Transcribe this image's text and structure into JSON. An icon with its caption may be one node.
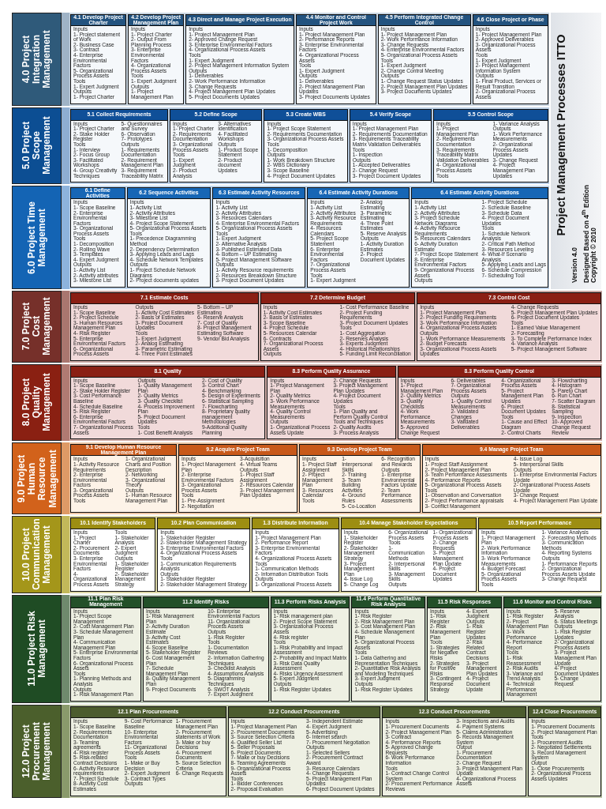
{
  "diagram": {
    "title": "Project Management Processes ITTO",
    "nodes": [
      {
        "text": [
          "4.0 Project Integration Management"
        ]
      },
      {
        "text": [
          "4.1 Develop Project Charter",
          "Inputs",
          "1- Project statement of Work",
          "2- Business Case",
          "3- Contract",
          "4- Enterprise Environmental Factors",
          "5- Organizational Process Assets",
          "Tools",
          "1- Expert Judgment",
          "Outputs",
          "1- Project Charter"
        ],
        "in": 0
      },
      {
        "text": [
          "4.2 Develop Project Management Plan",
          "Inputs",
          "1- Project Charter",
          "2- Output From Planning Process",
          "3- Enterprise Environmental Factors",
          "4- Organizational Process Assets",
          "Tools",
          "1- Expert Judgment",
          "Outputs",
          "1- Project Management Plan"
        ],
        "in": 0
      },
      {
        "text": [
          "4.3 Direct and Manage Project Execution",
          "Inputs",
          "1- Project Management Plan",
          "2- Approved Change Request",
          "3- Enterprise Environmental Factors",
          "4- Organizational Process Assets",
          "Tools",
          "1- Expert Judgment",
          "2- Project Management Information System",
          "Outputs",
          "1- Deliverables",
          "2- Work Performance Information",
          "3- Change Requests",
          "4- Project Management Plan Updates",
          "5- Project Documents Updates"
        ],
        "in": 0
      },
      {
        "text": [
          "4.4 Monitor and Control Project Work",
          "Inputs",
          "1- Project Management Plan",
          "2- Performance Reports",
          "3- Enterprise Environmental Factors",
          "4- Organizational Process Assets",
          "Tools",
          "1- Expert Judgment",
          "Outputs",
          "1- Deliverables",
          "2- Project Management Plan Updates",
          "3- Project Documents Updates"
        ],
        "in": 0
      },
      {
        "text": [
          "4.5 Perform Integrated Change Control",
          "Inputs",
          "1- Project Management Plan",
          "2- Work Performance Information",
          "3- Change Requests",
          "4- Enterprise Environmental Factors",
          "5- Organizational Process Assets",
          "Tools",
          "1- Expert Judgment",
          "2- Change Control Meeting",
          "Outputs",
          "1- Change Request Status Updates",
          "2- Project Management Plan Updates",
          "3- Project Documents Updates"
        ],
        "in": 0
      },
      {
        "text": [
          "4.6 Close Project or Phase",
          "Inputs",
          "1- Project Management Plan",
          "2- Approved Deliverables",
          "3- Organizational Process Assets",
          "Tools",
          "1- Expert Judgment",
          "2- Project Management Information System",
          "Outputs",
          "1- Final Product, Services or Result Transition",
          "2- Organizational Process Assets"
        ],
        "in": 0
      },
      {
        "text": [
          "5.0 Project Scope Management"
        ]
      },
      {
        "text": [
          "5.1 Collect Requirements",
          "Inputs",
          "1- Project Charter",
          "2- Stake Holder Register",
          "Tools",
          "1- Interview",
          "2- Focus Group",
          "3- Facilitated Workshops",
          "4- Group Creativity Techniques",
          "5- Questionnaires and Survey",
          "6- Observation",
          "7- Prototypes",
          "Outputs",
          "1- Requirements Documentation",
          "2- Requirement Management Plan",
          "3- Requirement Traceability Matrix"
        ],
        "in": 7
      },
      {
        "text": [
          "5.2 Define Scope",
          "Inputs",
          "1- Project Charter",
          "2- Requirements Documentation",
          "3- Organizational Process Assets",
          "Tools",
          "1- Expert Judgment",
          "2- Product Analysis",
          "3- Alternatives Identification",
          "4- Facilitated Workshops",
          "Outputs",
          "1- Product Scope Statement",
          "2- Product document Updates"
        ],
        "in": 7
      },
      {
        "text": [
          "5.3 Create WBS",
          "Inputs",
          "1- Project Scope Statement",
          "2- Requirements Documentation",
          "3- Organizational Process Assets",
          "Tools",
          "1- Decomposition",
          "Outputs",
          "1- Work Breakdown Structure",
          "2- WBS Dictionary",
          "3- Scope Baseline",
          "4- Project Document Updates"
        ],
        "in": 7
      },
      {
        "text": [
          "5.4 Verify Scope",
          "Inputs",
          "1- Project Management Plan",
          "2- Requirements Documentation",
          "3- Requirements Traceability Matrix Validation Deliverables",
          "Tools",
          "1- Inspection",
          "Outputs",
          "1- Accepted Deliverables",
          "2- Change Request",
          "3- Project Document Updates"
        ],
        "in": 7
      },
      {
        "text": [
          "5.5 Control Scope",
          "Inputs",
          "1- Project Management Plan",
          "2- Requirements Documentation",
          "3- Requirements Traceability Matrix Validation Deliverables",
          "4- Organizational Process Assets",
          "Tools",
          "1- Variance Analysis",
          "Outputs",
          "1- Work Performance Measurements",
          "2- Organizational Process Assets Updates",
          "3- Change Request",
          "4- Project Management Plan Updates"
        ],
        "in": 7
      },
      {
        "text": [
          "6.0 Project Time Management"
        ]
      },
      {
        "text": [
          "6.1 Define Activities",
          "Inputs",
          "1- Scope Baseline",
          "2- Enterprise Environmental Factors",
          "3- Organizational Process Assets",
          "Tools",
          "1- Decomposition",
          "2- Rolling Wave",
          "3- Templates",
          "4- Expert Judgment",
          "Outputs",
          "1- Activity List",
          "2- Activity attributes",
          "3- Milestone List"
        ],
        "in": 13
      },
      {
        "text": [
          "6.2 Sequence Activities",
          "Inputs",
          "1- Activity List",
          "2- Activity Attributes",
          "3- Milestone List",
          "4- Project Scope Statement",
          "5- Organizational Process Assets",
          "Tools",
          "1- Precedence Diagramming Method",
          "2- Dependency Determination",
          "3- Applying Leads and Lags",
          "4- Schedule Network Templates",
          "Outputs",
          "1- Project Schedule Network Diagrams",
          "2- Project documents updates"
        ],
        "in": 13
      },
      {
        "text": [
          "6.3 Estimate Activity Resources",
          "Inputs",
          "1- Activity List",
          "2- Activity Attributes",
          "3- Resources Calendars",
          "4- Enterprise Environmental Factors",
          "5- Organizational Process Assets",
          "Tools",
          "1- Expert Judgment",
          "2- Alternative Analysis",
          "3- Published Estimated Data",
          "4- Bottom – UP Estimating",
          "5- Project Management Software",
          "Outputs",
          "1- Activity Resource requirements",
          "2- Resources Breakdown Structure",
          "3- Project Document Updates"
        ],
        "in": 13
      },
      {
        "text": [
          "6.4 Estimate Activity Durations",
          "Inputs",
          "1- Activity List",
          "2- Activity Attributes",
          "3- Activity Resource Requirements",
          "4- Resources Calendars",
          "5- Project Scope Statement",
          "6- Enterprise Environmental Factors",
          "7- Organizational Process Assets",
          "Tools",
          "1- Expert Judgment",
          "2- Analog Estimating",
          "3- Parametric Estimating",
          "4- Three Point Estimates",
          "5- Reserve Analysis",
          "Outputs",
          "1- Activity Duration Estimates",
          "2- Project Document Updates"
        ],
        "in": 13
      },
      {
        "text": [
          "6.4 Estimate Activity Durations",
          "Inputs",
          "1- Activity List",
          "2- Activity Attributes",
          "3- Project Schedule Network Diagrams",
          "4- Activity Resource Requirements",
          "5- Resources Calendars",
          "6- Activity Duration Estimate",
          "7- Project Scope Statement",
          "8- Enterprise Environmental Factors",
          "9- Organizational Process Assets",
          "Outputs",
          "1- Project Schedule",
          "2- Schedule Baseline",
          "3- Schedule Data",
          "4- Project Document Updates",
          "Tools",
          "1- Schedule Network Analysis",
          "2- Critical Path Method",
          "3- Resources Leveling",
          "4- What-If Scenario Analysis",
          "5- Applying Leads and Lags",
          "6- Schedule Compression",
          "7- Scheduling Tool"
        ],
        "in": 13
      },
      {
        "text": [
          "7.0 Project Cost Management"
        ]
      },
      {
        "text": [
          "7.1 Estimate Costs",
          "Inputs",
          "1- Scope Baseline",
          "2- Project Schedule",
          "3- Human Resources Management Plan",
          "4- Risk Register",
          "5- Enterprise Environmental Factors",
          "6- Organizational Process Assets",
          "Outputs",
          "1- Activity Cost Estimates",
          "2- Basis of Estimates",
          "3- Project Document Updates",
          "Tools",
          "1- Expert Judgment",
          "2- Analog Estimating",
          "3- Parametric Estimating",
          "4- Three Point Estimates",
          "5- Bottom – UP Estimating",
          "6- Reserve Analysis",
          "7- Cost of Quality",
          "8- Project Management Estimating Software",
          "9- Vendor Bid Analysis"
        ],
        "in": 19
      },
      {
        "text": [
          "7.2 Determine Budget",
          "Inputs",
          "1- Activity Cost Estimates",
          "2- Basis of Estimates",
          "3- Scope Baseline",
          "4- Project Schedule",
          "5- Resources Calendar",
          "6- Contracts",
          "7- Organizational Process Assets",
          "Outputs",
          "1- Cost Performance Baseline",
          "2- Project Funding Requirements",
          "3- Project Document Updates",
          "Tools",
          "1- Cost Aggregation",
          "2- Reserves Analysis",
          "3- Experts Judgment",
          "4- Historical Relationships",
          "5- Funding Limit Reconciliation"
        ],
        "in": 19
      },
      {
        "text": [
          "7.3 Control Cost",
          "Inputs",
          "1- Project Management Plan",
          "2- Project Funding Requirements",
          "3- Work Performance Information",
          "4- Organizational Process Assets",
          "Outputs",
          "1- Work Performance Measurements",
          "2- Budget Forecasts",
          "3- Organizational Process Assets Updates",
          "4- Change Requests",
          "5- Project Management Plan Updates",
          "6- Project Document Updates",
          "Tools",
          "1- Earned Value Management",
          "2- Forecasting",
          "3- To Complete Performance Index",
          "4- Variance Analysis",
          "5- Project Management Software"
        ],
        "in": 19
      },
      {
        "text": [
          "8.0 Project Quality Management"
        ]
      },
      {
        "text": [
          "8.1 Quality",
          "Inputs",
          "1- Scope Baseline",
          "2- Stake Holder Register",
          "3- Cost Performance Baseline",
          "4- Schedule Baseline",
          "5- Risk Register",
          "6- Enterprise Environmental Factors",
          "7- Organizational Process Assets",
          "Outputs",
          "1- Quality Management Plan",
          "2- Quality Metrics",
          "3- Quality Checklist",
          "4- Process Improvement Plan",
          "5- Project Document Updates",
          "Tools",
          "1- Cost Benefit Analysis",
          "2- Cost of Quality",
          "3- Control Chart",
          "4- Benchmarking",
          "5- Design of Experiments",
          "6- Statistical Sampling",
          "7- Flowcharting",
          "8- Proprietary quality management Methodologies",
          "9-Additional Quality Planning"
        ],
        "in": 23
      },
      {
        "text": [
          "8.3 Perform Quality Assurance",
          "Inputs",
          "1- Project Management Plan",
          "2- Quality Metrics",
          "3- Work Performance Measurements",
          "4- Quality Control Measurements",
          "Outputs",
          "1- Organizational Process Assets Update",
          "2- Change Requests",
          "3- Project Management Plan Updates",
          "4- Project Document Updates",
          "Tools",
          "1- Plan Quality and Perform Quality Control Tools and Techniques",
          "2- Quality Audits",
          "3- Process Analysis"
        ],
        "in": 23
      },
      {
        "text": [
          "8.3 Perform Quality Control",
          "Inputs",
          "1- Project Management Plan",
          "2- Quality Metrics",
          "3- Quality Checklists",
          "4- Work Performance Measurements",
          "5- Approved Change Request",
          "6- Deliverables",
          "7- Organizational Process Assets",
          "Outputs",
          "1- Quality Control Measurements",
          "2- Validated Changes",
          "3- Validated Deliverables",
          "4- Organizational Process Assets",
          "5- Project Management Plan Updates",
          "6- Project Document Updates",
          "Tools",
          "1- Cause and Effect Diagram",
          "2- Control Charts",
          "3- Flowcharting",
          "4- Histogram",
          "5- Pareto Chart",
          "6- Run Chart",
          "7- Scatter Diagram",
          "8- Statistical Sampling",
          "9- Inspection",
          "10- Approved Change Request Review"
        ],
        "in": 23
      },
      {
        "text": [
          "9.0 Project Human Resource Management"
        ]
      },
      {
        "text": [
          "9.1 Develop Human Resource Management Plan",
          "Inputs",
          "1- Activity Resource Requirements",
          "2- Enterprise Environmental Factors",
          "3- Organizational Process Assets",
          "Tools",
          "1- Organizational Charts and Position Description",
          "2- Networking",
          "3- Organizational Theory",
          "Outputs",
          "1- Human Resource Management Plan"
        ],
        "in": 27
      },
      {
        "text": [
          "9.2 Acquire Project Team",
          "Inputs",
          "1- Project Management Plan",
          "2- Enterprise Environmental Factors",
          "3- Organizational Process Assets",
          "Tools",
          "1- Pre-Assignment",
          "2- Negotiation",
          "3-Acquisition",
          "4- Virtual Teams",
          "Outputs",
          "1- Project Staff Assignment",
          "2- Resources Calendar",
          "3- Project Management Plan Updates"
        ],
        "in": 27
      },
      {
        "text": [
          "9.3 Develop Project Team",
          "Inputs",
          "1- Project Staff Assignment",
          "2- Project Management Plan",
          "3- Resources Calendar",
          "Tools",
          "1- Interpersonal Skills",
          "2- Training",
          "3- Team Building Activities",
          "4- Ground Rules",
          "5- Co-Location",
          "6- Recognition and Rewards",
          "Outputs",
          "1- Enterprise Environmental Factors Update",
          "2- Team Performance Assessments"
        ],
        "in": 27
      },
      {
        "text": [
          "9.4 Manage Project Team",
          "Inputs",
          "1- Project Staff Assignment",
          "2- Project Management Plan",
          "3- Team Performance Assessments",
          "4- Performance Reports",
          "5- Organizational Process Assets",
          "Tools",
          "1- Observation and Conversation",
          "2- Project Performance appraisals",
          "3- Conflict Management",
          "4- Issue Log",
          "5- Interpersonal Skills",
          "Outputs",
          "1- Enterprise Environmental Factors Update",
          "2- Organizational Process Assets Update",
          "3- Change Request",
          "4- Project Management Plan Update"
        ],
        "in": 27
      },
      {
        "text": [
          "10.0 Project Communication Management"
        ]
      },
      {
        "text": [
          "10.1 Identify Stakeholders",
          "Inputs",
          "1- Project Charter",
          "2- Procurement Documents",
          "3- Enterprise Environmental Factors",
          "4- Organizational Process Assets",
          "Tools",
          "1- Stakeholder Analysis",
          "2- Expert Judgment",
          "Outputs",
          "1- Stakeholder Register",
          "2- Stakeholder Management Strategy"
        ],
        "in": 32
      },
      {
        "text": [
          "10.2 Plan Communication",
          "Inputs",
          "1- Stakeholder Register",
          "2- Stakeholder Management Strategy",
          "3- Enterprise Environmental Factors",
          "4- Organizational Process Assets",
          "Tools",
          "1- Communication Requirements Analysis",
          "Outputs",
          "1- Stakeholder Register",
          "2- Stakeholder Management Strategy"
        ],
        "in": 32
      },
      {
        "text": [
          "1.3 Distribute Information",
          "Inputs",
          "1- Project Management Plan",
          "2- Performance Report",
          "3- Enterprise Environmental Factors",
          "4- Organizational Process Assets",
          "Tools",
          "1- Communication Methods",
          "2- Information Distribution Tools",
          "Outputs",
          "1- Organizational Process Assets"
        ],
        "in": 32
      },
      {
        "text": [
          "10.4 Manage Stakeholder Expectations",
          "Inputs",
          "1- Stakeholder Register",
          "2- Stakeholder Management Strategy",
          "3- Project Management Plan",
          "4- Issue Log",
          "5- Change Log",
          "6- Organizational Process Assets",
          "Tools",
          "1- Communication Methods",
          "2- Interpersonal Skills",
          "3- Management Skills",
          "Outputs",
          "1- Organizational Process Assets",
          "2- Change Requests",
          "3- Project Management Plan Update",
          "4- Project Document Updates"
        ],
        "in": 32
      },
      {
        "text": [
          "10.5 Report Performance",
          "Inputs",
          "1- Project Management Plan",
          "2- Work Performance Information",
          "3- Work Performance Measurements",
          "4- Budget Forecast",
          "5- Organizational Process Assets",
          "Tools",
          "1- Variance Analysis",
          "2- Forecasting Methods",
          "3- Communication Methods",
          "4- Reporting Systems",
          "Outputs",
          "1- Performance Reports",
          "2- Organizational Process Assets Update",
          "3- Change Request"
        ],
        "in": 32
      },
      {
        "text": [
          "11.0 Project Risk Management"
        ]
      },
      {
        "text": [
          "11.1 Plan Risk Management",
          "Inputs",
          "1- Project Scope Management",
          "2- Cost Management Plan",
          "3- Schedule Management Plan",
          "4- Communication Management Plan",
          "5- Enterprise Environmental Factors",
          "6- Organizational Process Assets",
          "Tools",
          "1- Planning Methods and Analysis",
          "Outputs",
          "1- Risk Management Plan"
        ],
        "in": 38
      },
      {
        "text": [
          "11.2 Identify Risks",
          "Inputs",
          "1- Risk Management Plan",
          "2- Activity Duration Estimate",
          "3- Activity Cost Estimates",
          "4- Scope Baseline",
          "5- Stakeholder Register",
          "6- Cost Management Plan",
          "7- Schedule Management Plan",
          "8- Quality Management Plan",
          "9- Project Documents",
          "10- Enterprise Environmental Factors",
          "11- Organizational Process Assets",
          "Outputs",
          "1- Risk Register",
          "Tools",
          "1- Documentation Reviews",
          "2- Information Gathering Techniques",
          "3- Checklist Analysis",
          "4- Assumptions Analysis",
          "5- Diagramming Techniques",
          "6- SWOT Analysis",
          "7- Expert Judgment"
        ],
        "in": 38
      },
      {
        "text": [
          "11.3 Perform Risks Analysis",
          "Inputs",
          "1- Risk management plan",
          "2- Project Scope Statement",
          "3- Organizational Process Assets",
          "4- Risk register",
          "Tools",
          "1- Risk Probability and Impact Assessment",
          "2- Probability and Impact Matrix",
          "3- Risk Data Quality Assessment",
          "4- Risks Urgency Assessment",
          "5- Expert Judgment",
          "Outputs",
          "1- Risk Register Updates"
        ],
        "in": 38
      },
      {
        "text": [
          "11.4 Perform Quantitative Risk Analysis",
          "Inputs",
          "1- Risk Register",
          "2- Risk Management Plan",
          "3- Cost Management Plan",
          "4- Schedule Management Plan",
          "5- Organizational Process Assets",
          "Tools",
          "1- Data Gathering and Representation Techniques",
          "2- Quantitative Risk Analysis and Modeling Techniques",
          "3- Expert Judgment",
          "Outputs",
          "1- Risk Register Updates"
        ],
        "in": 38
      },
      {
        "text": [
          "11.5 Risk Responses",
          "Inputs",
          "1- Risk Register",
          "2- Risk Management Plan",
          "Tools",
          "1- Strategies for Negative Risks",
          "2- Strategies for Positive Risks",
          "3- Contingent Response Strategy",
          "4- Expert Judgment",
          "Outputs",
          "1- Risk Register Updates",
          "2- Risk Related Contract Decisions",
          "3- Project Management Plan Updates",
          "4- Project Document Update"
        ],
        "in": 38
      },
      {
        "text": [
          "11.6 Monitor and Control Risks",
          "Inputs",
          "1- Risk Register",
          "2- Project Management Plan",
          "3- Work Performance",
          "4- Performance Report",
          "Tools",
          "1- Risk Reassessment",
          "2- Risk Audits",
          "3- Variance and Trend Analysis",
          "4- Technical Performance Management",
          "5- Reserve Analysis",
          "6- Status Meetings",
          "Outputs",
          "1- Risk Register Updates",
          "2- Organizational Process Assets",
          "3- Project Management Plan Update",
          "4- Project Document Updates",
          "5- Change Request"
        ],
        "in": 38
      },
      {
        "text": [
          "12.0 Project Procurement Management"
        ]
      },
      {
        "text": [
          "12.1 Plan Procurements",
          "Inputs",
          "1- Scope Baseline",
          "2- Requirements Documentation",
          "3- Teaming agreements",
          "4- Risk register",
          "5- Risk-related Contract Decisions",
          "6- Activity Resource requirements",
          "7- Project Schedule",
          "8- Activity Cost Estimates",
          "9- Cost Performance Baseline",
          "10- Enterprise Environmental Factors",
          "11- Organizational Process Assets",
          "Tools",
          "1- Make or Buy Decision",
          "2- Expert Judgment",
          "3- Contract Types",
          "Outputs",
          "1- Procurement Management Plan",
          "2- Procurement statements of Work",
          "3- Make or buy Decisions",
          "4- Procurement Documents",
          "5- Source Selection Criteria",
          "6- Change Requests"
        ],
        "in": 45
      },
      {
        "text": [
          "12.2 Conduct Procurements",
          "Inputs",
          "1- Project Management Plan",
          "2- Procurement Documents",
          "3- Source Selection Criteria",
          "4- Qualified Seller List",
          "5- Seller Proposals",
          "6- Project Documents",
          "7- Make or buy Decisions",
          "8- Teaming Agreements",
          "9- Organizational Process Assets",
          "Tools",
          "1- Bidder Conferences",
          "2- Proposal Evaluation",
          "3- Independent Estimate",
          "4- Expert Judgment",
          "5- Advertising",
          "6- Internet search",
          "7- Procurement Negotiation",
          "Outputs",
          "1- Selected Sellers",
          "2- Procurement Contract Award",
          "3- Resource Calendars",
          "4- Change Requests",
          "5- Project Management Plan Updates",
          "6- Project Document Updates"
        ],
        "in": 45
      },
      {
        "text": [
          "12.3 Conduct Procurements",
          "Inputs",
          "1- Procurement Documents",
          "2- Project Management Plan",
          "3- Contract",
          "4- Performance Reports",
          "5- Approved Change Requests",
          "6- Work Performance Information",
          "Tools",
          "1- Contract Change Control System",
          "2- Procurement Performance Reviews",
          "3- Inspections and Audits",
          "4- Payment Systems",
          "5- Claims Administration",
          "6- Records Management System",
          "Output",
          "1- Procurement Documentation",
          "2- Change Request",
          "3- Project Management Plan Update",
          "4- Organizational Process Assets"
        ],
        "in": 45
      },
      {
        "text": [
          "12.4 Close Procurements",
          "Inputs",
          "1- Procurement Documents",
          "2- Project Management Plan",
          "Tools",
          "1- Procurement Audits",
          "2- Negotiated Settlements",
          "3- Record Management System",
          "Output",
          "1- Close Procurements",
          "2- Organizational Process Assets Updates"
        ],
        "in": 45
      }
    ],
    "labels": [
      "Version 4.0",
      "Designed Based on 4$^{th}$ Edition",
      "Copyright © 2010"
    ]
  }
}
